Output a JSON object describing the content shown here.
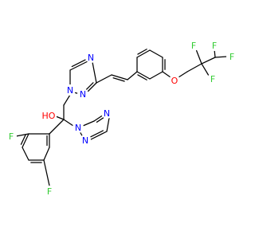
{
  "molecule": {
    "colors": {
      "bond": "#000000",
      "N": "#0000ff",
      "O": "#ff0000",
      "F": "#33cc33"
    },
    "atom_labels": {
      "n_tz1_a": "N",
      "n_tz1_b": "N",
      "n_tz1_c": "N",
      "n_tz2_a": "N",
      "n_tz2_b": "N",
      "n_tz2_c": "N",
      "o_ether": "O",
      "o_hydroxyl": "HO",
      "f_cf2_a": "F",
      "f_cf2_b": "F",
      "f_chf2_a": "F",
      "f_chf2_b": "F",
      "f_ar_ortho": "F",
      "f_ar_para": "F"
    }
  }
}
